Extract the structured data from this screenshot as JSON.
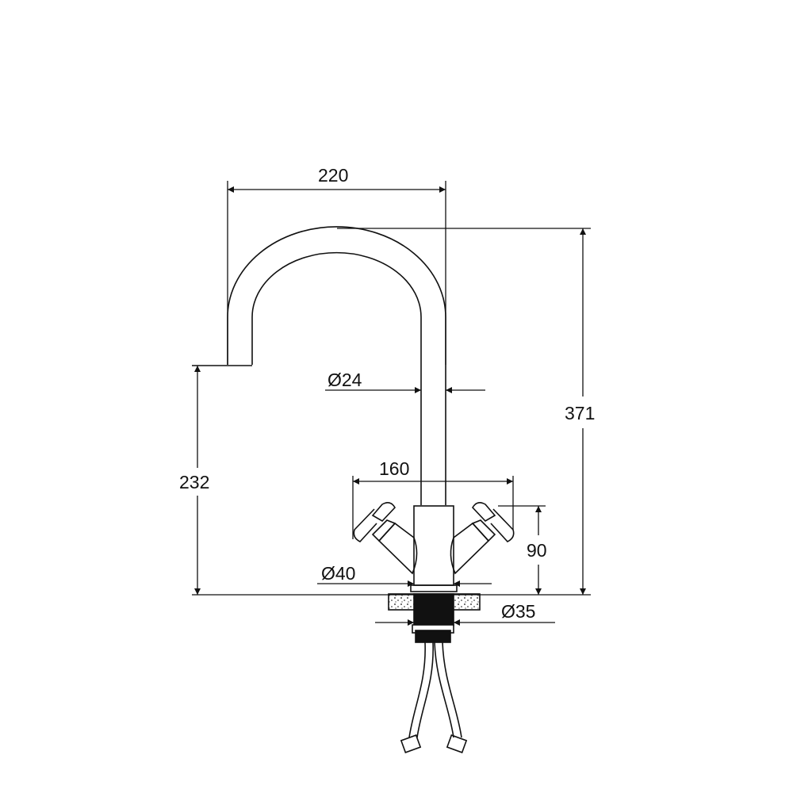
{
  "drawing": {
    "title": "Kitchen faucet technical dimension drawing",
    "units": "mm",
    "line_color": "#111111",
    "background": "#ffffff"
  },
  "dimensions": {
    "spout_reach": "220",
    "total_height": "371",
    "spout_outlet_height": "232",
    "spout_diameter": "Ø24",
    "handle_span": "160",
    "handle_height": "90",
    "base_diameter": "Ø40",
    "shank_diameter": "Ø35"
  }
}
